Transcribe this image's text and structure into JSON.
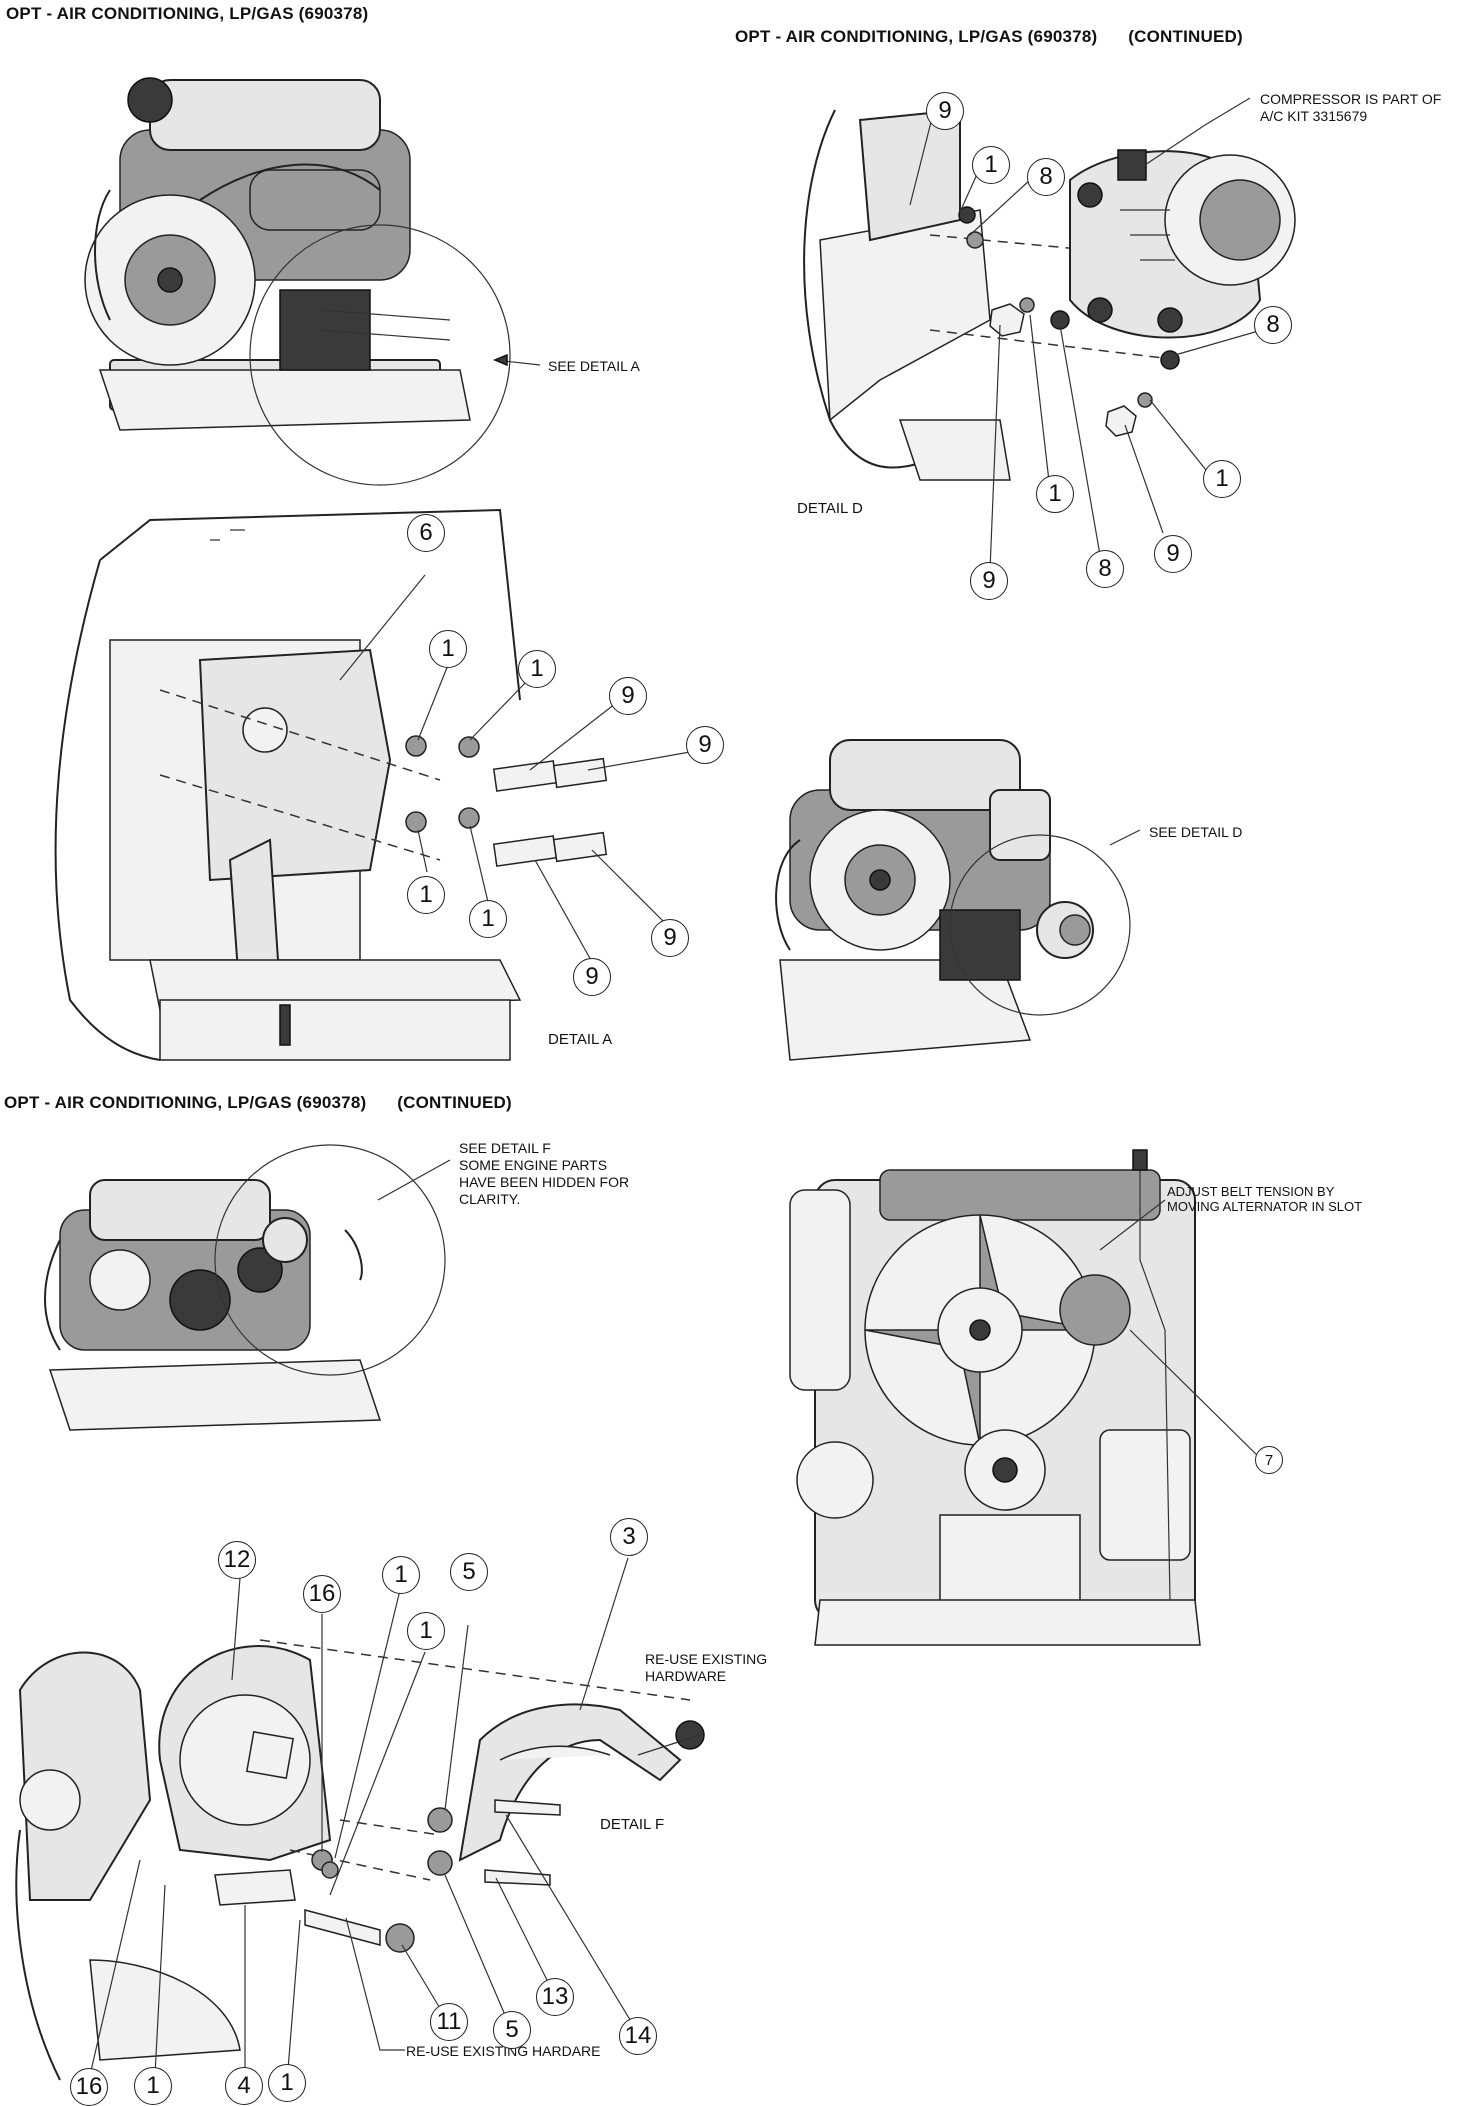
{
  "headings": {
    "h1": "OPT - AIR CONDITIONING, LP/GAS (690378)",
    "h2_main": "OPT - AIR CONDITIONING, LP/GAS (690378)",
    "h2_cont": "(CONTINUED)",
    "h3_main": "OPT - AIR CONDITIONING, LP/GAS (690378)",
    "h3_cont": "(CONTINUED)"
  },
  "notes": {
    "see_detail_a": "SEE DETAIL A",
    "see_detail_d": "SEE DETAIL D",
    "compressor_line1": "COMPRESSOR IS PART OF",
    "compressor_line2": "A/C KIT 3315679",
    "see_detail_f_line1": "SEE DETAIL F",
    "see_detail_f_line2": "SOME ENGINE PARTS",
    "see_detail_f_line3": "HAVE BEEN HIDDEN FOR",
    "see_detail_f_line4": "CLARITY.",
    "belt_line1": "ADJUST BELT TENSION BY",
    "belt_line2": "MOVING ALTERNATOR IN SLOT",
    "reuse_hw_line1": "RE-USE EXISTING",
    "reuse_hw_line2": "HARDWARE",
    "reuse_hardare": "RE-USE EXISTING HARDARE"
  },
  "detail_labels": {
    "a": "DETAIL A",
    "d": "DETAIL D",
    "f": "DETAIL F"
  },
  "callouts": {
    "a1": "6",
    "a2": "1",
    "a3": "1",
    "a4": "9",
    "a5": "9",
    "a6": "1",
    "a7": "1",
    "a8": "9",
    "a9": "9",
    "d1": "9",
    "d2": "1",
    "d3": "8",
    "d4": "8",
    "d5": "1",
    "d6": "9",
    "d7": "1",
    "d8": "8",
    "d9": "9",
    "f1": "12",
    "f2": "16",
    "f3": "1",
    "f4": "5",
    "f5": "1",
    "f6": "3",
    "f7": "11",
    "f8": "5",
    "f9": "13",
    "f10": "14",
    "f11": "16",
    "f12": "1",
    "f13": "4",
    "f14": "1",
    "g1": "7"
  }
}
